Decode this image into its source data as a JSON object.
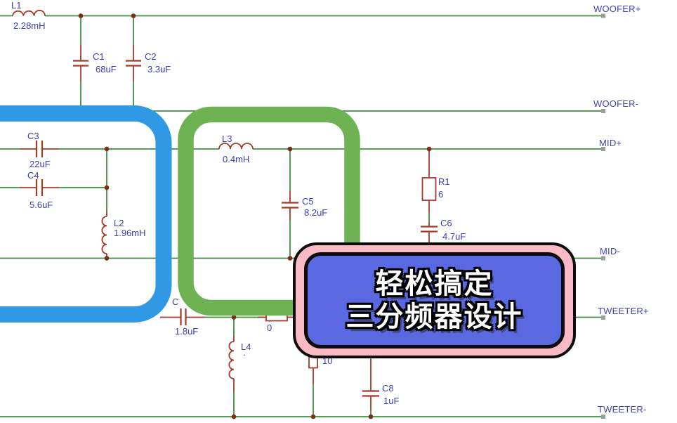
{
  "schematic": {
    "components": {
      "L1": {
        "ref": "L1",
        "value": "2.28mH"
      },
      "C1": {
        "ref": "C1",
        "value": "68uF"
      },
      "C2": {
        "ref": "C2",
        "value": "3.3uF"
      },
      "C3": {
        "ref": "C3",
        "value": "22uF"
      },
      "C4": {
        "ref": "C4",
        "value": "5.6uF"
      },
      "L2": {
        "ref": "L2",
        "value": "1.96mH"
      },
      "L3": {
        "ref": "L3",
        "value": "0.4mH"
      },
      "C5": {
        "ref": "C5",
        "value": "8.2uF"
      },
      "R1": {
        "ref": "R1",
        "value": "6"
      },
      "C6": {
        "ref": "C6",
        "value": "4.7uF"
      },
      "C7": {
        "ref": "C",
        "value": "1.8uF"
      },
      "R2": {
        "value": "0"
      },
      "L4": {
        "ref": "L4",
        "mark": "·"
      },
      "R3": {
        "value": "10"
      },
      "C8": {
        "ref": "C8",
        "value": "1uF"
      }
    },
    "nets": {
      "woofer_plus": "WOOFER+",
      "woofer_minus": "WOOFER-",
      "mid_plus": "MID+",
      "mid_minus": "MID-",
      "tweeter_plus": "TWEETER+",
      "tweeter_minus": "TWEETER-"
    }
  },
  "overlay": {
    "line1": "轻松搞定",
    "line2": "三分频器设计"
  },
  "colors": {
    "wire_green": "#3f8e3f",
    "component_red": "#a43a28",
    "label_blue": "#3d3db5",
    "junction_brown": "#7a2e16",
    "pin_gray": "#94a294",
    "highlight_blue": "#2f99e5",
    "highlight_green": "#6fb254",
    "badge_pink": "#f9bac6",
    "badge_blue": "#5a68e2",
    "badge_outline": "#0d0d0d",
    "badge_text": "#ffffff"
  }
}
